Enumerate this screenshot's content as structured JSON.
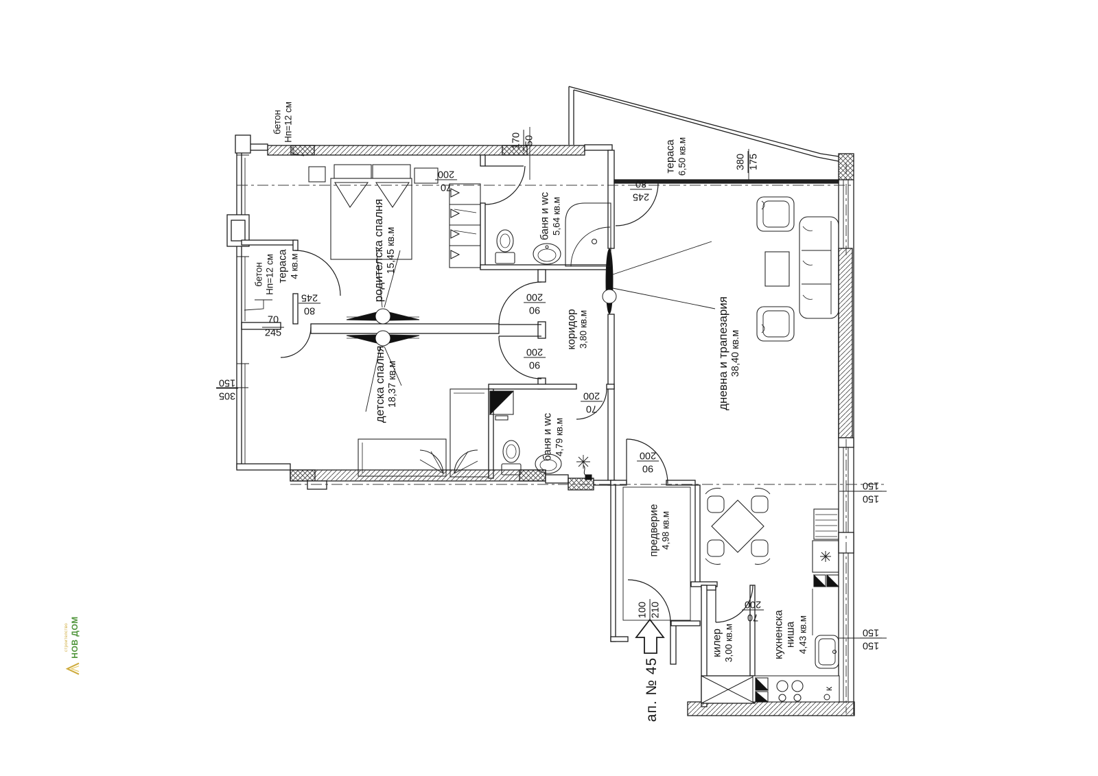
{
  "apartment": {
    "number_label": "ап. № 45"
  },
  "rooms": {
    "parent_bedroom": {
      "name": "родителска спалня",
      "area": "15,45 кв.м"
    },
    "children_bedroom": {
      "name": "детска спалня",
      "area": "18,37 кв.м"
    },
    "bathroom_top": {
      "name": "баня и wc",
      "area": "5,64 кв.м"
    },
    "bathroom_bottom": {
      "name": "баня и wc",
      "area": "4,79 кв.м"
    },
    "corridor": {
      "name": "коридор",
      "area": "3,80 кв.м"
    },
    "living_dining": {
      "name": "дневна и трапезария",
      "area": "38,40 кв.м"
    },
    "terrace_top": {
      "name": "тераса",
      "area": "6,50 кв.м"
    },
    "terrace_left": {
      "name": "тераса",
      "area": "4 кв.м"
    },
    "entry_hall": {
      "name": "предверие",
      "area": "4,98 кв.м"
    },
    "pantry": {
      "name": "килер",
      "area": "3,00 кв.м"
    },
    "kitchen_niche": {
      "line1": "кухненска",
      "line2": "ниша",
      "area": "4,43 кв.м"
    }
  },
  "notes": {
    "concrete_top": {
      "line1": "бетон",
      "line2": "Нп=12 см"
    },
    "concrete_left": {
      "line1": "бетон",
      "line2": "Нп=12 см"
    }
  },
  "dims": {
    "bath_top_door": {
      "a": "70",
      "b": "200"
    },
    "living_terrace_door": {
      "a": "245",
      "b": "80"
    },
    "top_step": {
      "a": "170",
      "b": "50"
    },
    "terrace_top_size": {
      "a": "380",
      "b": "175"
    },
    "parent_terrace_door": {
      "a": "80",
      "b": "245"
    },
    "children_terrace_door": {
      "a": "70",
      "b": "245"
    },
    "parent_door": {
      "a": "90",
      "b": "200"
    },
    "children_door": {
      "a": "90",
      "b": "200"
    },
    "left_window": {
      "a": "305",
      "b": "150"
    },
    "bath_bottom_door": {
      "a": "70",
      "b": "200"
    },
    "hall_door": {
      "a": "90",
      "b": "200"
    },
    "entry_door": {
      "a": "100",
      "b": "210"
    },
    "pantry_door": {
      "a": "70",
      "b": "200"
    },
    "right_window_upper": {
      "a": "150",
      "b": "150"
    },
    "right_window_lower": {
      "a": "150",
      "b": "150"
    }
  },
  "markers": {
    "kitchen_vent": "к"
  },
  "logo": {
    "text": "НОВ ДОМ",
    "sub": "строителство"
  },
  "colors": {
    "line": "#1b1b1b",
    "logo_green": "#3e8b27",
    "logo_gold": "#c9a227"
  }
}
